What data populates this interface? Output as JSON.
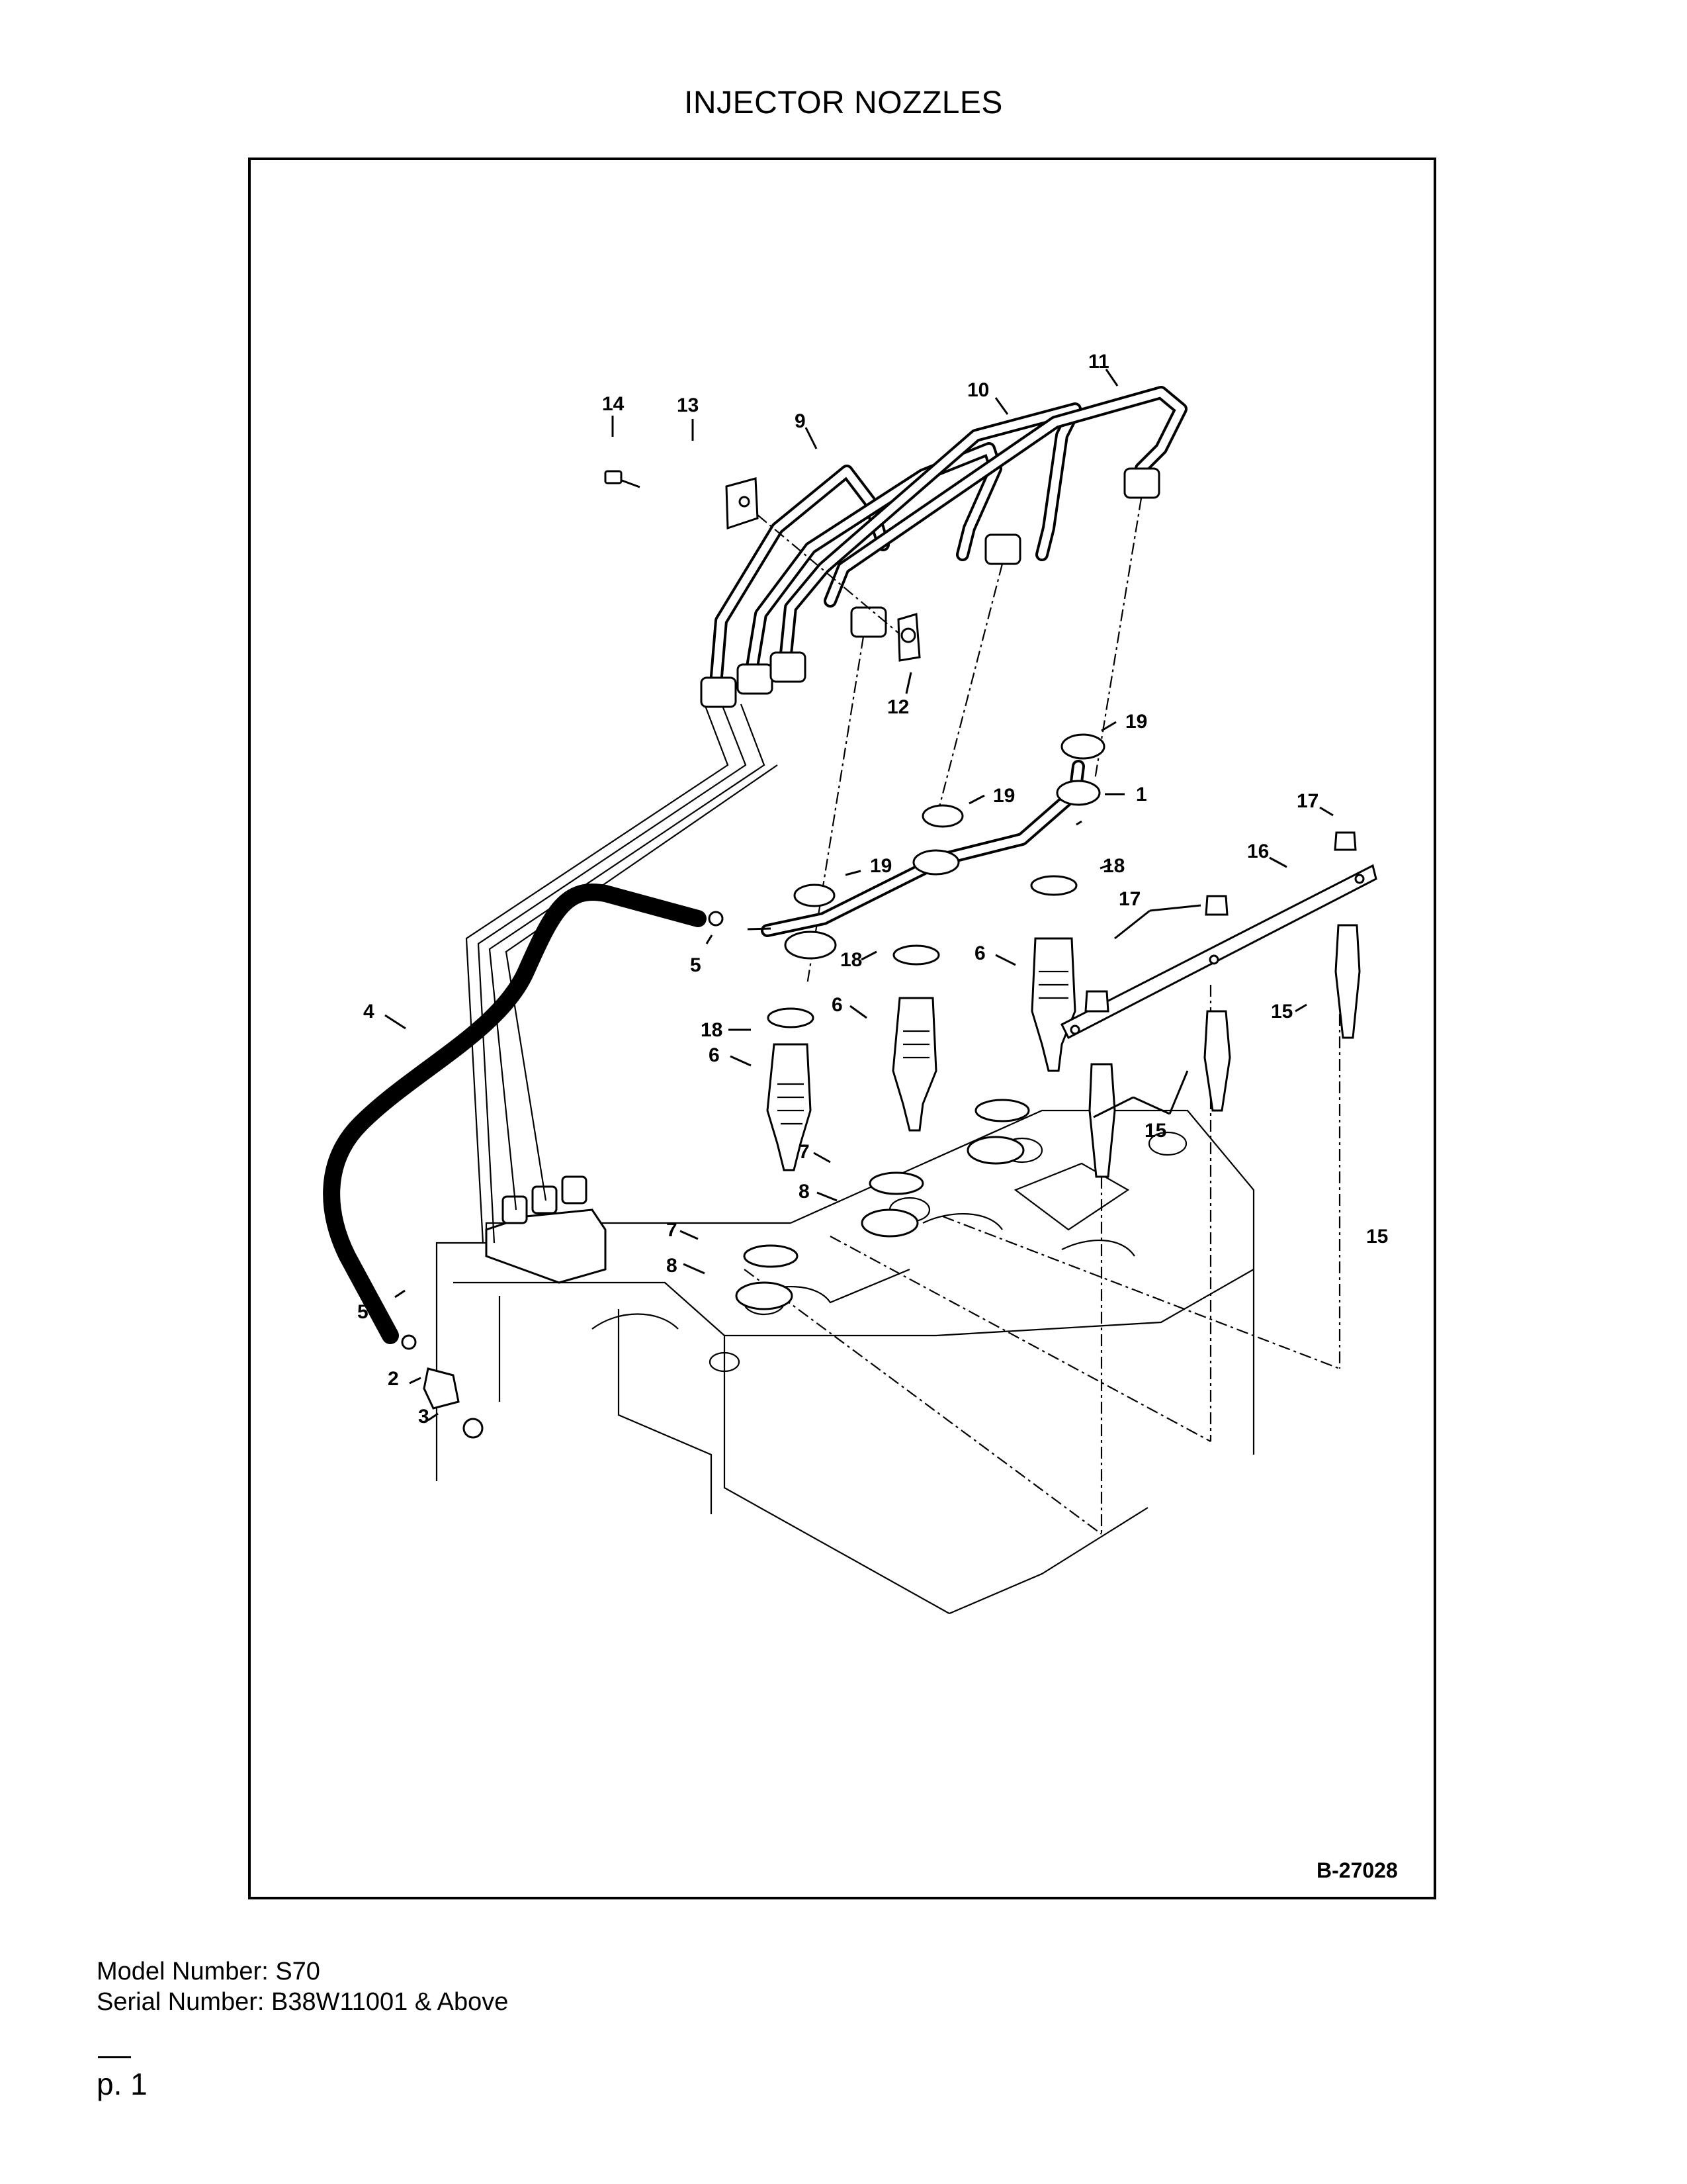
{
  "page": {
    "title": "INJECTOR NOZZLES",
    "drawing_number": "B-27028",
    "model_number": "Model Number: S70",
    "serial_number": "Serial Number: B38W11001 & Above",
    "page_number": "p. 1"
  },
  "diagram": {
    "callouts": [
      "1",
      "2",
      "3",
      "4",
      "5",
      "5",
      "6",
      "6",
      "6",
      "7",
      "7",
      "8",
      "8",
      "9",
      "10",
      "11",
      "12",
      "13",
      "14",
      "15",
      "15",
      "15",
      "16",
      "17",
      "17",
      "18",
      "18",
      "18",
      "18",
      "19",
      "19",
      "19",
      "19"
    ]
  }
}
